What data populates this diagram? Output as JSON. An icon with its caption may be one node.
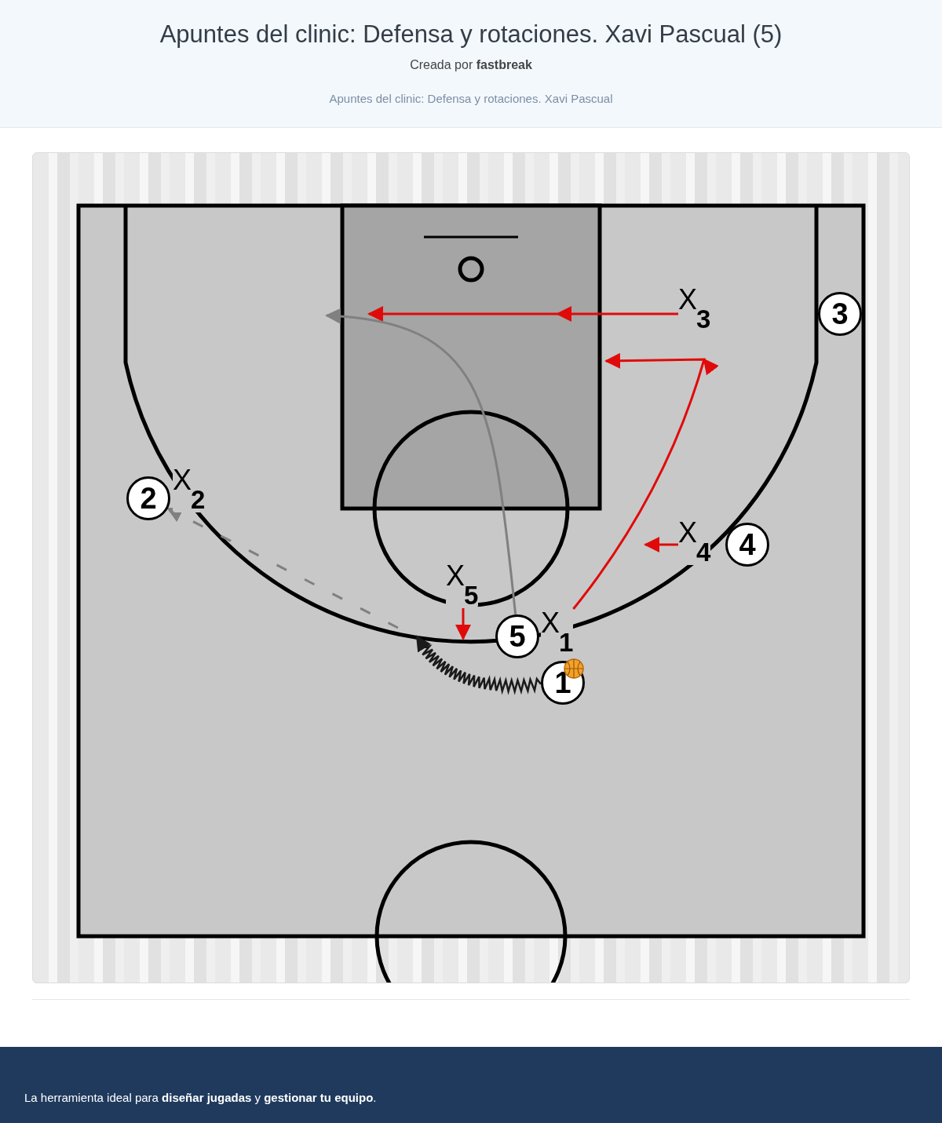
{
  "diagram": {
    "title": "Apuntes del clinic: Defensa y rotaciones. Xavi Pascual (5)",
    "nodes": [
      {
        "text": [
          "X$_{3}$"
        ]
      },
      {
        "text": [
          "3"
        ]
      },
      {
        "text": [
          "2"
        ]
      },
      {
        "text": [
          "X$_{2}$"
        ]
      },
      {
        "text": [
          "X$_{4}$"
        ]
      },
      {
        "text": [
          "4"
        ]
      },
      {
        "text": [
          "X$_{5}$"
        ]
      },
      {
        "text": [
          "5"
        ]
      },
      {
        "text": [
          "X$_{1}$"
        ]
      },
      {
        "text": [
          "1"
        ]
      }
    ],
    "edges": [
      {
        "from": 0,
        "to": null,
        "arrow": "to"
      },
      {
        "from": 8,
        "to": null,
        "arrow": "to"
      },
      {
        "from": 4,
        "to": null,
        "arrow": "to"
      },
      {
        "from": 6,
        "to": null,
        "arrow": "to"
      },
      {
        "from": 7,
        "to": null,
        "arrow": "to",
        "color": "#808080"
      },
      {
        "from": 9,
        "to": null,
        "arrow": "to",
        "color": "#1a1a1a"
      },
      {
        "from": null,
        "to": 2,
        "arrow": "to",
        "style": "dashed",
        "color": "#808080"
      }
    ],
    "labels": [
      "Creada por **fastbreak**",
      "Apuntes del clinic: Defensa y rotaciones. Xavi Pascual",
      "La herramienta ideal para **diseñar jugadas** y **gestionar tu equipo**."
    ]
  }
}
